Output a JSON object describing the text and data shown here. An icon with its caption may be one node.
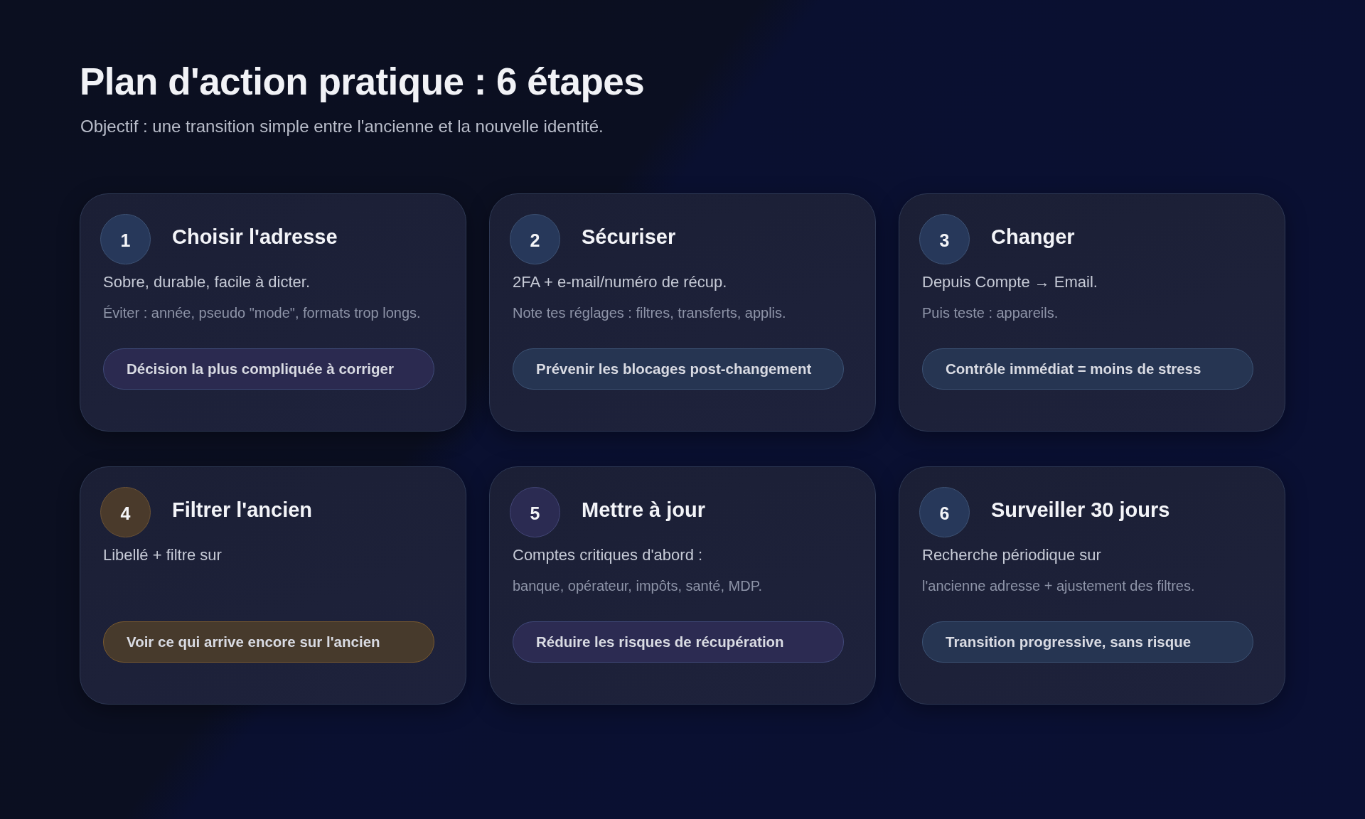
{
  "diagram": {
    "title": "Plan d'action pratique : 6 étapes",
    "caption": "Objectif : une transition simple entre l'ancienne et la nouvelle identité.",
    "nodes": [
      {
        "text": [
          "Choisir l'adresse",
          "Sobre, durable, facile à dicter.",
          "Éviter : année, pseudo \"mode\", formats trop longs."
        ]
      },
      {
        "text": [
          "1"
        ],
        "in": 0
      },
      {
        "text": [
          "Décision la plus compliquée à corriger"
        ],
        "in": 0
      },
      {
        "text": [
          "Sécuriser",
          "2FA + e-mail/numéro de récup.",
          "Note tes réglages : filtres, transferts, applis."
        ]
      },
      {
        "text": [
          "2"
        ],
        "in": 3
      },
      {
        "text": [
          "Prévenir les blocages post-changement"
        ],
        "in": 3
      },
      {
        "text": [
          "Changer",
          "Depuis Compte → Email.",
          "Puis teste : appareils."
        ]
      },
      {
        "text": [
          "3"
        ],
        "in": 6
      },
      {
        "text": [
          "Contrôle immédiat = moins de stress"
        ],
        "in": 6
      },
      {
        "text": [
          "Filtrer l'ancien",
          "Libellé + filtre sur"
        ]
      },
      {
        "text": [
          "4"
        ],
        "in": 9
      },
      {
        "text": [
          "Voir ce qui arrive encore sur l'ancien"
        ],
        "in": 9
      },
      {
        "text": [
          "Mettre à jour",
          "Comptes critiques d'abord :",
          "banque, opérateur, impôts, santé, MDP."
        ]
      },
      {
        "text": [
          "5"
        ],
        "in": 12
      },
      {
        "text": [
          "Réduire les risques de récupération"
        ],
        "in": 12
      },
      {
        "text": [
          "Surveiller 30 jours",
          "Recherche périodique sur",
          "l'ancienne adresse + ajustement des filtres."
        ]
      },
      {
        "text": [
          "6"
        ],
        "in": 15
      },
      {
        "text": [
          "Transition progressive, sans risque"
        ],
        "in": 15
      }
    ]
  }
}
